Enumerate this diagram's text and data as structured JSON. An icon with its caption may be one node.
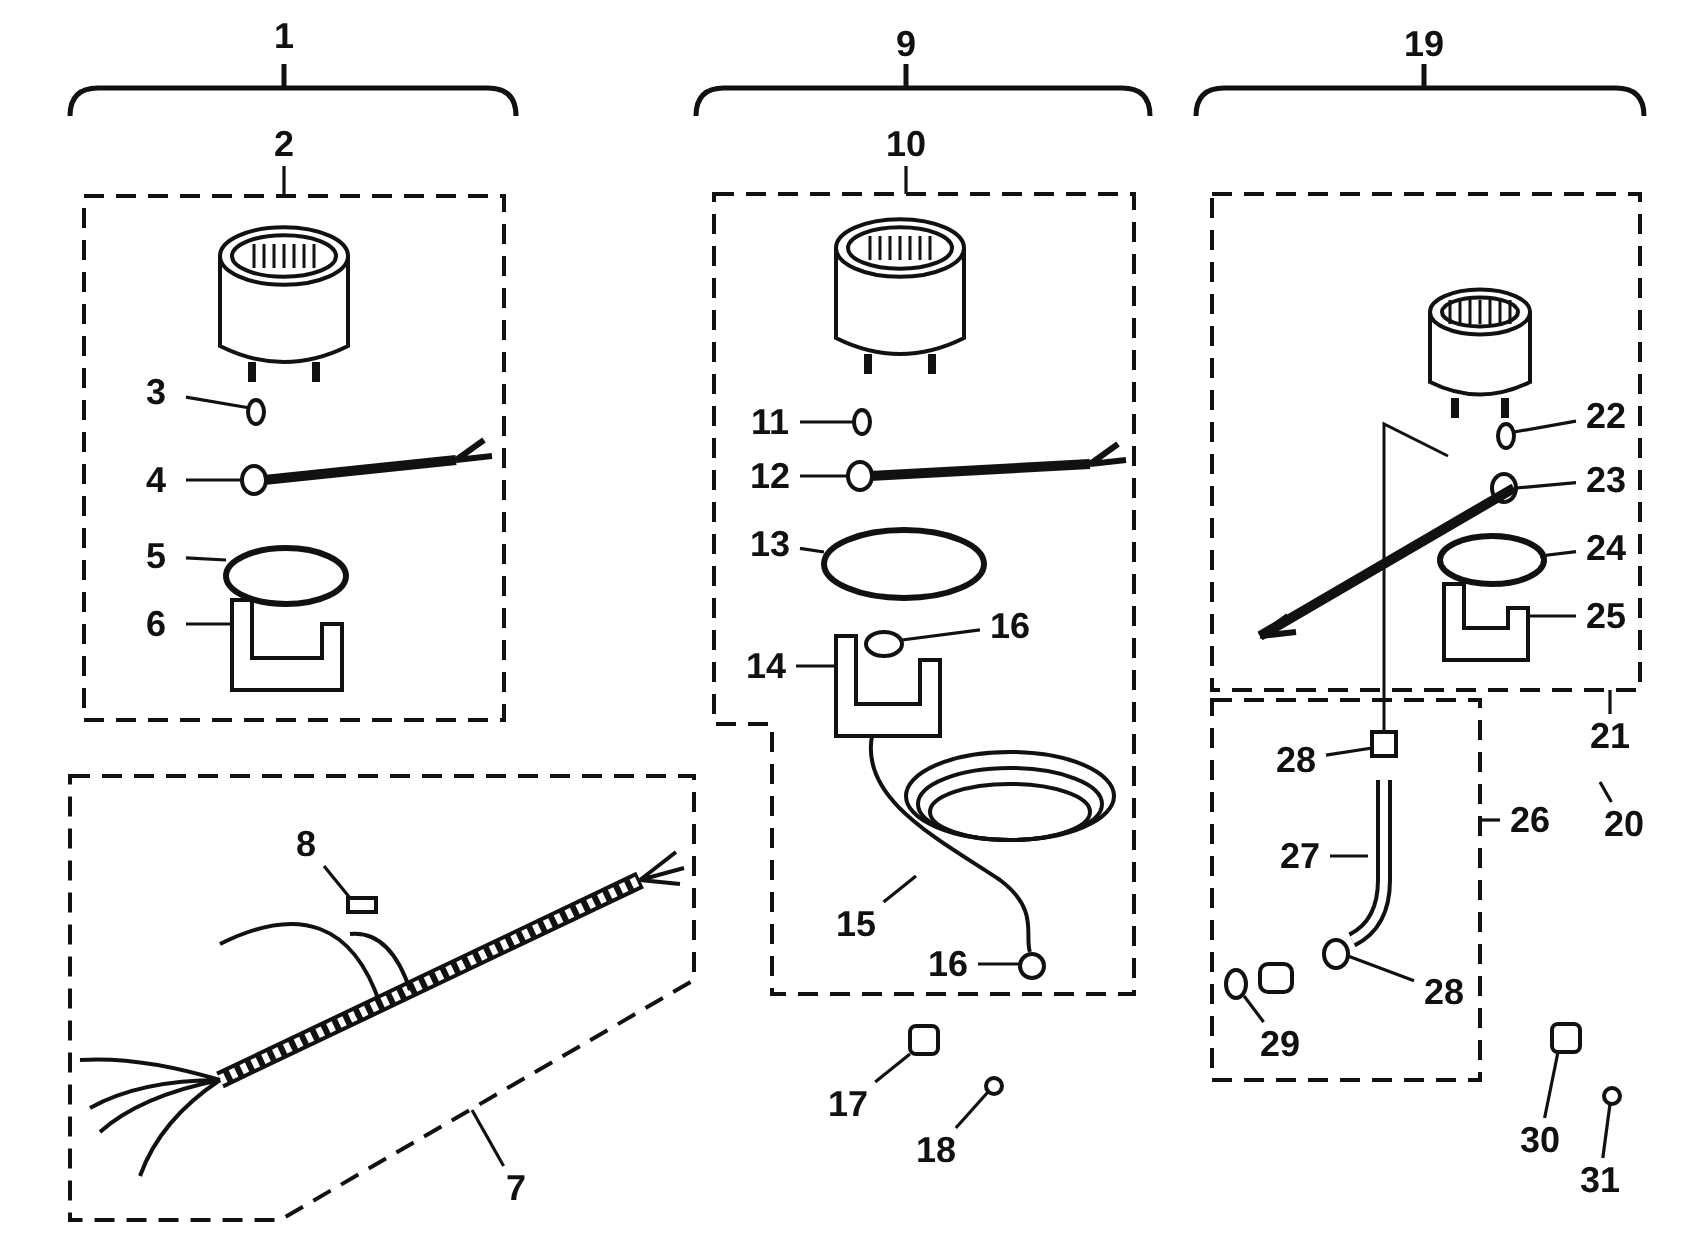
{
  "diagram": {
    "nodes": [
      {
        "text": [],
        "shape": "box"
      },
      {
        "text": [
          "2"
        ]
      },
      {
        "text": [
          "3"
        ],
        "in": 0
      },
      {
        "text": [
          "4"
        ],
        "in": 0
      },
      {
        "text": [
          "5"
        ],
        "in": 0
      },
      {
        "text": [
          "6"
        ],
        "in": 0
      },
      {
        "text": [],
        "shape": "box"
      },
      {
        "text": [
          "10"
        ]
      },
      {
        "text": [
          "11"
        ],
        "in": 6
      },
      {
        "text": [
          "12"
        ],
        "in": 6
      },
      {
        "text": [
          "13"
        ],
        "in": 6
      },
      {
        "text": [
          "14"
        ],
        "in": 6
      },
      {
        "text": [
          "16"
        ],
        "in": 6
      },
      {
        "text": [
          "15"
        ],
        "in": 6
      },
      {
        "text": [
          "16"
        ],
        "in": 6
      },
      {
        "text": [],
        "shape": "box"
      },
      {
        "text": [
          "21"
        ]
      },
      {
        "text": [
          "22"
        ],
        "in": 15
      },
      {
        "text": [
          "23"
        ],
        "in": 15
      },
      {
        "text": [
          "24"
        ],
        "in": 15
      },
      {
        "text": [
          "25"
        ],
        "in": 15
      },
      {
        "text": [],
        "shape": "box"
      },
      {
        "text": [
          "26"
        ]
      },
      {
        "text": [
          "28"
        ],
        "in": 21
      },
      {
        "text": [
          "27"
        ],
        "in": 21
      },
      {
        "text": [
          "28"
        ],
        "in": 21
      },
      {
        "text": [
          "29"
        ],
        "in": 21
      },
      {
        "text": [
          "20"
        ]
      },
      {
        "text": [],
        "shape": "box"
      },
      {
        "text": [
          "7"
        ]
      },
      {
        "text": [
          "8"
        ],
        "in": 28
      },
      {
        "text": [
          "17"
        ]
      },
      {
        "text": [
          "18"
        ]
      },
      {
        "text": [
          "30"
        ]
      },
      {
        "text": [
          "31"
        ]
      },
      {
        "text": [],
        "shape": "circle",
        "in": 0
      },
      {
        "text": [],
        "shape": "picture",
        "in": 0
      },
      {
        "text": [],
        "shape": "circle",
        "in": 0
      },
      {
        "text": [],
        "shape": "picture",
        "in": 0
      },
      {
        "text": [],
        "shape": "circle",
        "in": 6
      },
      {
        "text": [],
        "shape": "picture",
        "in": 6
      },
      {
        "text": [],
        "shape": "circle",
        "in": 6
      },
      {
        "text": [],
        "shape": "picture",
        "in": 6
      },
      {
        "text": [],
        "shape": "circle",
        "in": 6
      },
      {
        "text": [],
        "shape": "picture",
        "in": 6
      },
      {
        "text": [],
        "shape": "circle",
        "in": 6
      },
      {
        "text": [],
        "shape": "circle",
        "in": 15
      },
      {
        "text": [],
        "shape": "picture",
        "in": 15
      },
      {
        "text": [],
        "shape": "circle",
        "in": 15
      },
      {
        "text": [],
        "shape": "picture",
        "in": 15
      },
      {
        "text": [],
        "shape": "box",
        "in": 21
      },
      {
        "text": [],
        "shape": "picture",
        "in": 21
      },
      {
        "text": [],
        "shape": "circle",
        "in": 21
      },
      {
        "text": [],
        "shape": "picture",
        "in": 21
      },
      {
        "text": [],
        "shape": "box",
        "in": 28
      },
      {
        "text": [],
        "shape": "box"
      },
      {
        "text": [],
        "shape": "circle"
      },
      {
        "text": [],
        "shape": "box"
      },
      {
        "text": [],
        "shape": "circle"
      }
    ],
    "edges": [
      {
        "from": 1,
        "to": 0,
        "arrow": "none"
      },
      {
        "from": 2,
        "to": 35,
        "arrow": "none"
      },
      {
        "from": 3,
        "to": 36,
        "arrow": "none"
      },
      {
        "from": 4,
        "to": 37,
        "arrow": "none"
      },
      {
        "from": 5,
        "to": 38,
        "arrow": "none"
      },
      {
        "from": 7,
        "to": 6,
        "arrow": "none"
      },
      {
        "from": 8,
        "to": 39,
        "arrow": "none"
      },
      {
        "from": 9,
        "to": 40,
        "arrow": "none"
      },
      {
        "from": 10,
        "to": 41,
        "arrow": "none"
      },
      {
        "from": 11,
        "to": 42,
        "arrow": "none"
      },
      {
        "from": 12,
        "to": 43,
        "arrow": "none"
      },
      {
        "from": 13,
        "to": 44,
        "arrow": "none"
      },
      {
        "from": 14,
        "to": 45,
        "arrow": "none"
      },
      {
        "from": 16,
        "to": 15,
        "arrow": "none"
      },
      {
        "from": 17,
        "to": 46,
        "arrow": "none"
      },
      {
        "from": 18,
        "to": 47,
        "arrow": "none"
      },
      {
        "from": 19,
        "to": 48,
        "arrow": "none"
      },
      {
        "from": 20,
        "to": 49,
        "arrow": "none"
      },
      {
        "from": 22,
        "to": 21,
        "arrow": "none"
      },
      {
        "from": 23,
        "to": 50,
        "arrow": "none"
      },
      {
        "from": 24,
        "to": 51,
        "arrow": "none"
      },
      {
        "from": 25,
        "to": 52,
        "arrow": "none"
      },
      {
        "from": 26,
        "to": 53,
        "arrow": "none"
      },
      {
        "from": 27,
        "to": null,
        "arrow": "none"
      },
      {
        "from": 29,
        "to": 28,
        "arrow": "none"
      },
      {
        "from": 30,
        "to": 54,
        "arrow": "none"
      },
      {
        "from": 31,
        "to": 55,
        "arrow": "none"
      },
      {
        "from": 32,
        "to": 56,
        "arrow": "none"
      },
      {
        "from": 33,
        "to": 57,
        "arrow": "none"
      },
      {
        "from": 34,
        "to": 58,
        "arrow": "none"
      }
    ],
    "labels": [
      "1",
      "9",
      "19"
    ]
  }
}
